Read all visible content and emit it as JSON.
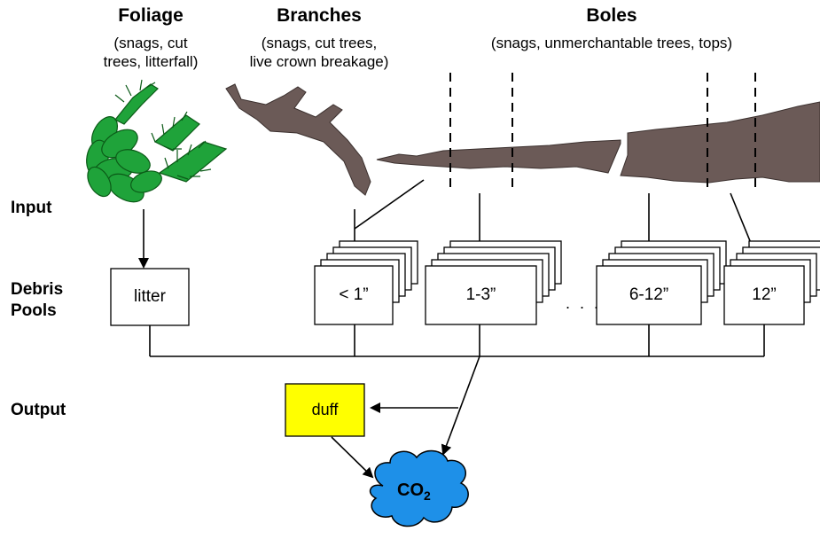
{
  "columns": {
    "foliage": {
      "title": "Foliage",
      "sub1": "(snags, cut",
      "sub2": "trees, litterfall)"
    },
    "branches": {
      "title": "Branches",
      "sub1": "(snags, cut trees,",
      "sub2": "live crown breakage)"
    },
    "boles": {
      "title": "Boles",
      "sub1": "(snags, unmerchantable trees, tops)"
    }
  },
  "rows": {
    "input": "Input",
    "debris1": "Debris",
    "debris2": "Pools",
    "output": "Output"
  },
  "pools": {
    "litter": "litter",
    "lt1": "< 1”",
    "p1_3": "1-3”",
    "ellipsis": ". . .",
    "p6_12": "6-12”",
    "p12": "12”"
  },
  "outputs": {
    "duff": "duff",
    "co2_main": "CO",
    "co2_sub": "2"
  },
  "colors": {
    "foliage": "#1fa33a",
    "wood": "#6b5a57",
    "duff": "#ffff00",
    "co2": "#1e90e8"
  }
}
